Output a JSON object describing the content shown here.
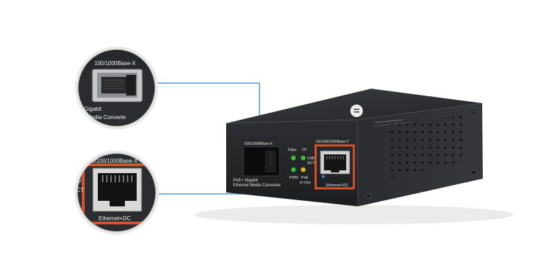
{
  "callout_top": {
    "title": "100/1000Base-X",
    "line1": "Gigabit",
    "line2": "Media Converte"
  },
  "callout_bottom": {
    "title": "0/100/1000Base-X",
    "side_top": "K/",
    "side_bottom": "CT",
    "footer": "Ethernet+DC"
  },
  "device": {
    "sfp_port_label": "100/1000Base-X",
    "product_line1": "PoE+ Gigabit",
    "product_line2": "Ethernet Media Converter",
    "led_fiber": "Fiber",
    "led_tp": "TP",
    "led_lnk": "LNK/",
    "led_act": "ACT",
    "led_pwr": "PWR",
    "led_poe": "PoE",
    "led_inuse": "in-Use",
    "rj45_port_label": "10/100/1000Base-T",
    "rj45_sub_label": "Ethernet+DC"
  },
  "colors": {
    "accent_line": "#2f7fd0",
    "highlight_border": "#d9542b",
    "led_green": "#3bbf3b",
    "led_yellow": "#e0b428",
    "body_dark": "#2b2d30"
  }
}
